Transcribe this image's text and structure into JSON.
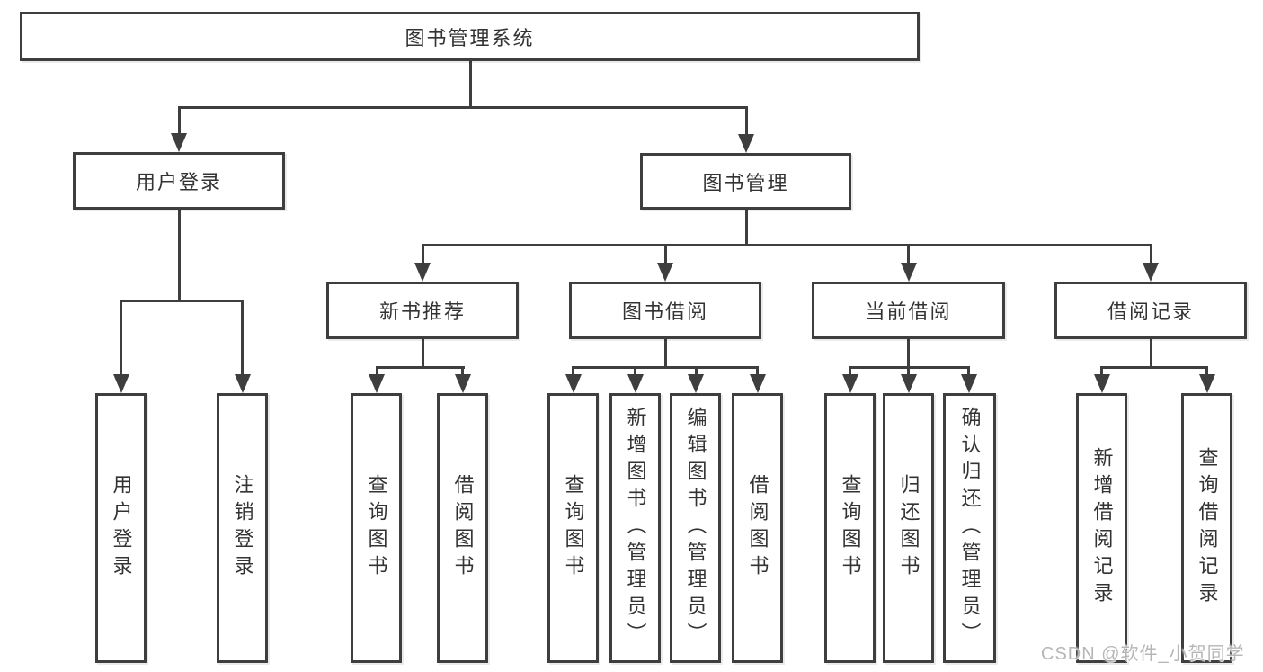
{
  "diagram": {
    "title_node": {
      "label": "图书管理系统"
    },
    "user_login": {
      "label": "用户登录"
    },
    "book_mgmt": {
      "label": "图书管理"
    },
    "new_book_rec": {
      "label": "新书推荐"
    },
    "book_borrow": {
      "label": "图书借阅"
    },
    "current_borrow": {
      "label": "当前借阅"
    },
    "borrow_record": {
      "label": "借阅记录"
    },
    "leaves": {
      "user_login_login": {
        "label": "用户登录"
      },
      "user_login_logout": {
        "label": "注销登录"
      },
      "new_book_query": {
        "label": "查询图书"
      },
      "new_book_borrow": {
        "label": "借阅图书"
      },
      "borrow_query": {
        "label": "查询图书"
      },
      "borrow_add": {
        "label": "新增图书（管理员）"
      },
      "borrow_edit": {
        "label": "编辑图书（管理员）"
      },
      "borrow_borrow": {
        "label": "借阅图书"
      },
      "current_query": {
        "label": "查询图书"
      },
      "current_return": {
        "label": "归还图书"
      },
      "current_confirm": {
        "label": "确认归还（管理员）"
      },
      "record_add": {
        "label": "新增借阅记录"
      },
      "record_query": {
        "label": "查询借阅记录"
      }
    }
  },
  "watermark": {
    "text": "CSDN @软件_小贺同学"
  },
  "colors": {
    "line": "#3e3e3e",
    "text": "#333333",
    "watermark": "#b6b6b6",
    "background": "#ffffff"
  }
}
